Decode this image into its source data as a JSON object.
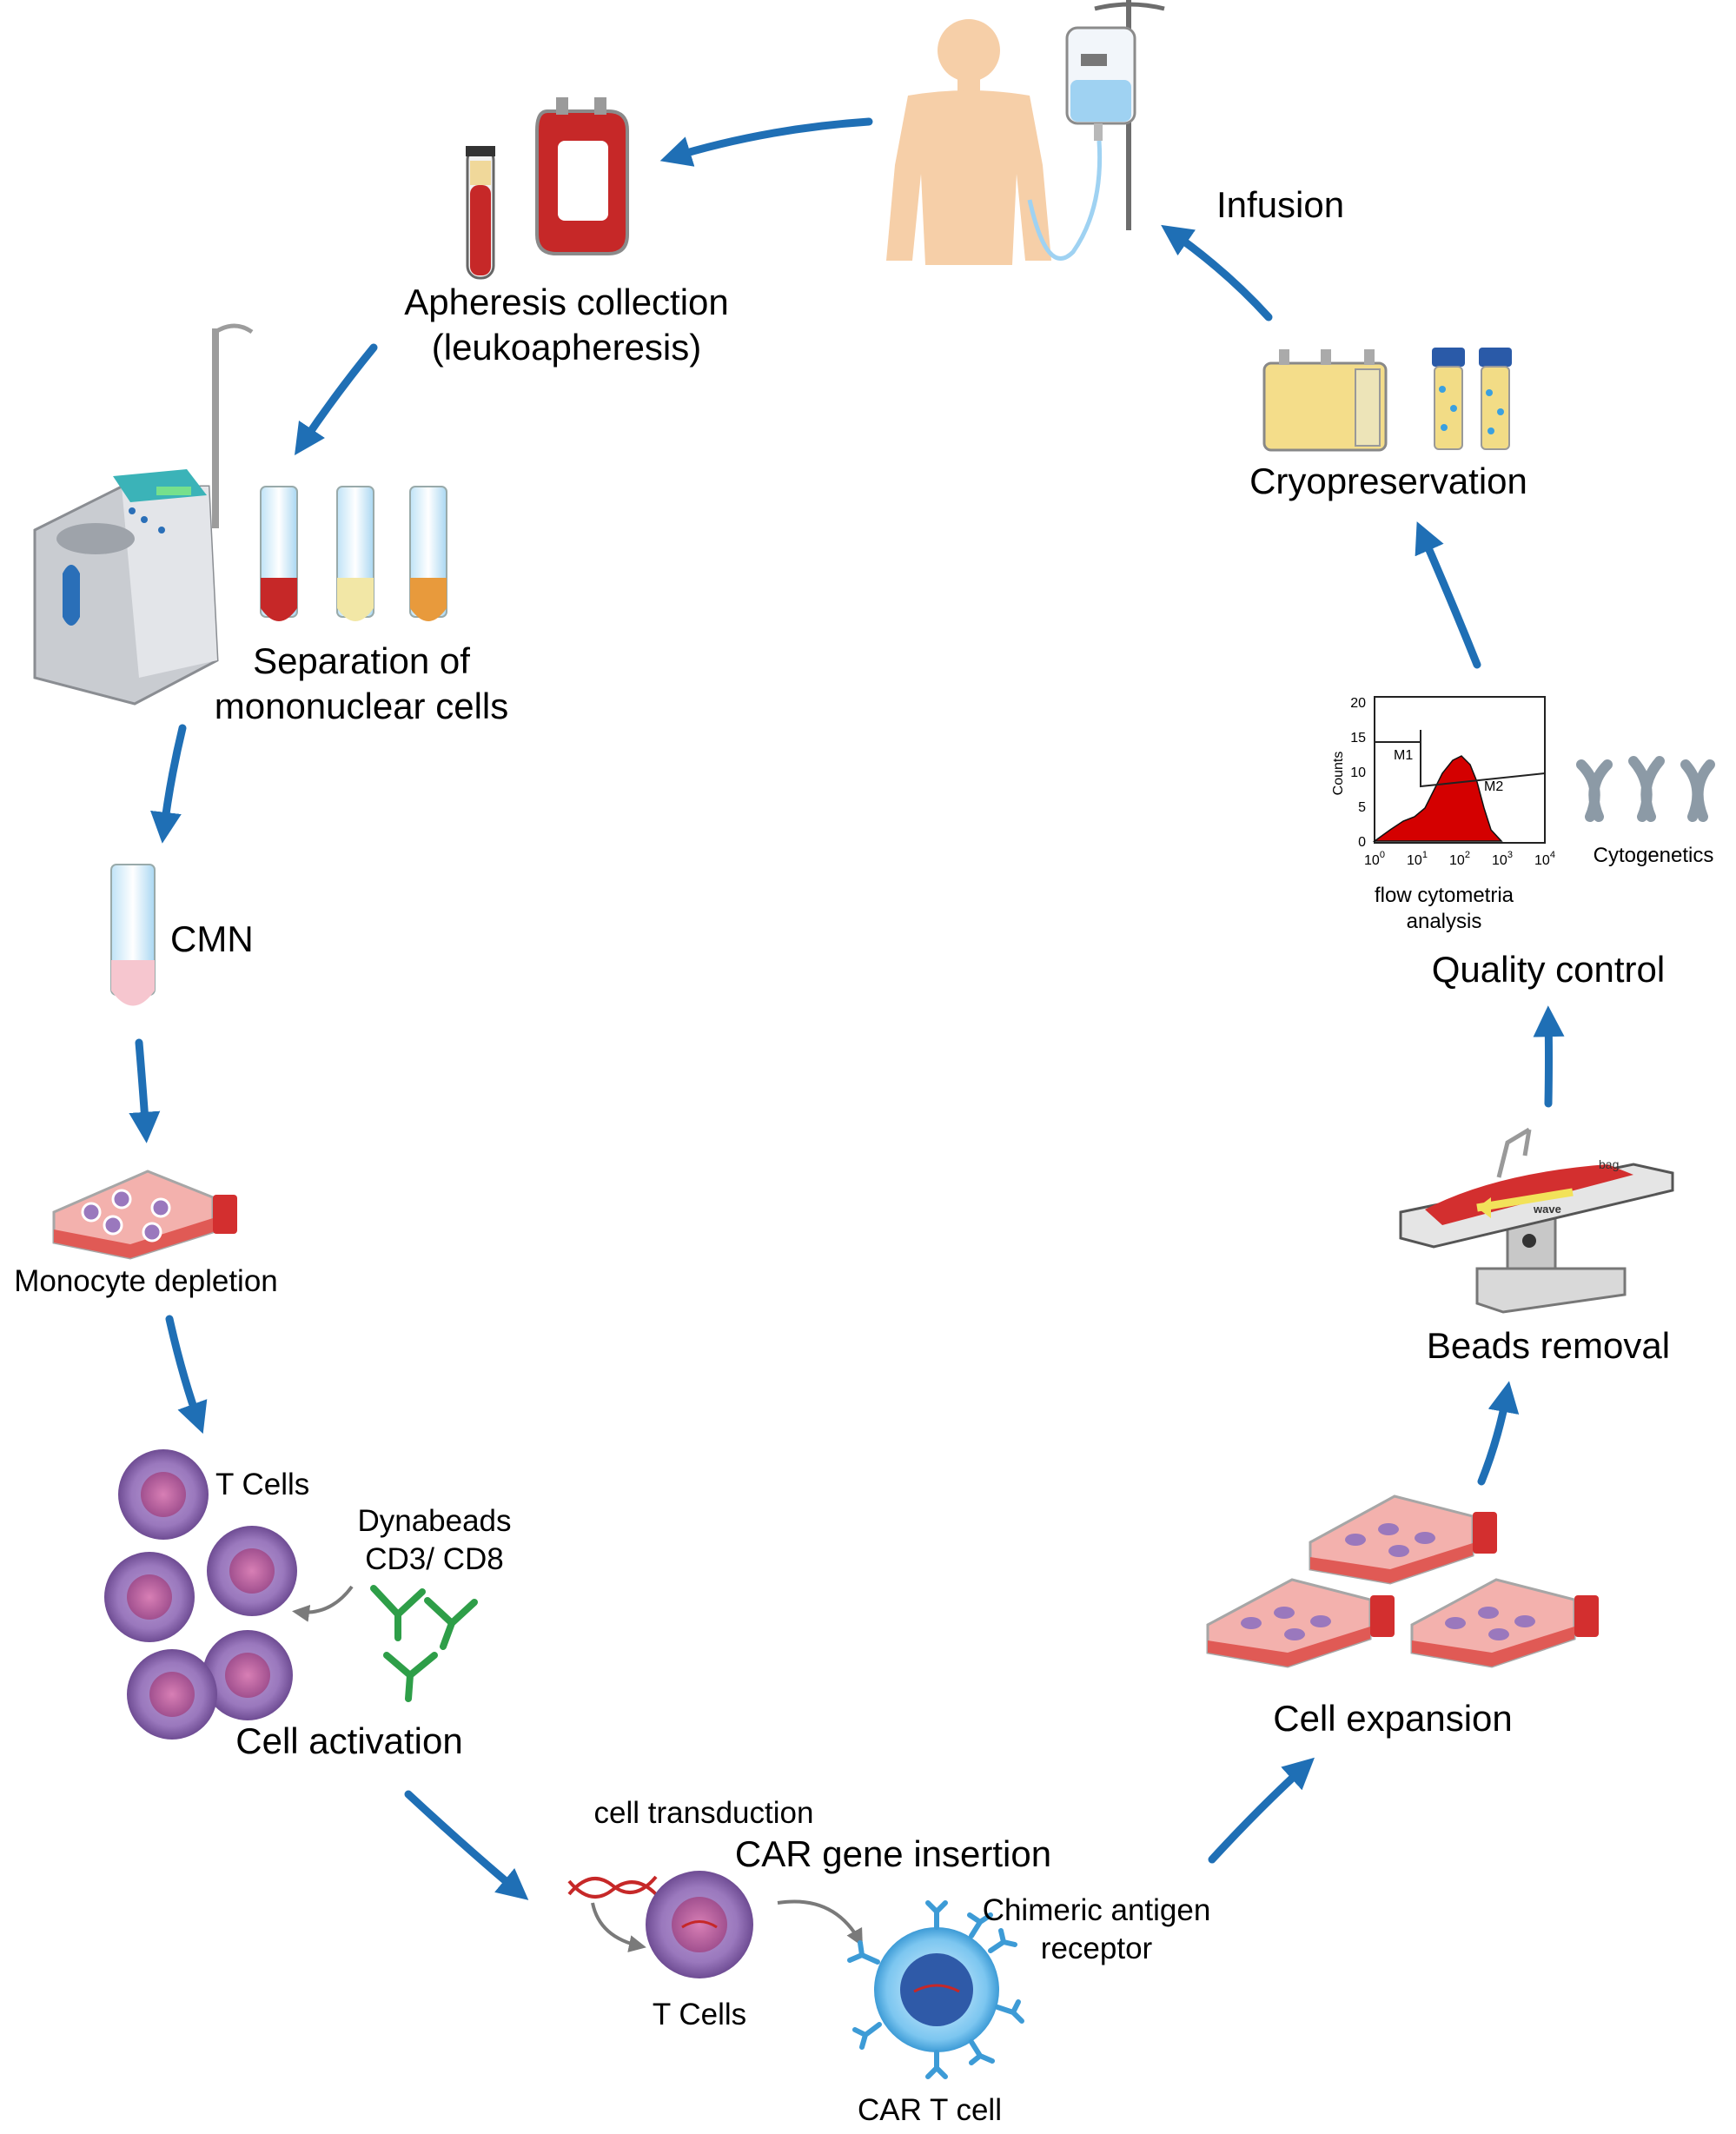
{
  "colors": {
    "arrow": "#1f6fb5",
    "grey_arrow": "#7a7a7a",
    "blood": "#c62828",
    "cell_purple": "#8e6bb0",
    "antibody_green": "#2e9e48",
    "skin": "#f6cfa8",
    "flask_red": "#d32f2f"
  },
  "steps": {
    "infusion": "Infusion",
    "apheresis": [
      "Apheresis collection",
      "(leukoapheresis)"
    ],
    "separation": [
      "Separation of",
      "mononuclear cells"
    ],
    "cmn": "CMN",
    "monocyte": "Monocyte depletion",
    "activation": "Cell activation",
    "t_cells": "T Cells",
    "dynabeads": [
      "Dynabeads",
      "CD3/ CD8"
    ],
    "transduction": "cell transduction",
    "car_insertion": "CAR gene insertion",
    "t_cells_2": "T Cells",
    "chimeric": [
      "Chimeric antigen",
      "receptor"
    ],
    "car_t": "CAR T cell",
    "expansion": "Cell expansion",
    "beads_removal": "Beads removal",
    "quality": "Quality control",
    "cryo": "Cryopreservation",
    "cytogenetics": "Cytogenetics",
    "flow": [
      "flow cytometria",
      "analysis"
    ]
  },
  "flow_plot": {
    "ylabel": "Counts",
    "yticks": [
      "0",
      "5",
      "10",
      "15",
      "20"
    ],
    "xticks": [
      "10",
      "10",
      "10",
      "10",
      "10"
    ],
    "xtick_exp": [
      "0",
      "1",
      "2",
      "3",
      "4"
    ],
    "markers": [
      "M1",
      "M2"
    ]
  },
  "rocker": {
    "bag": "bag",
    "wave": "wave"
  }
}
